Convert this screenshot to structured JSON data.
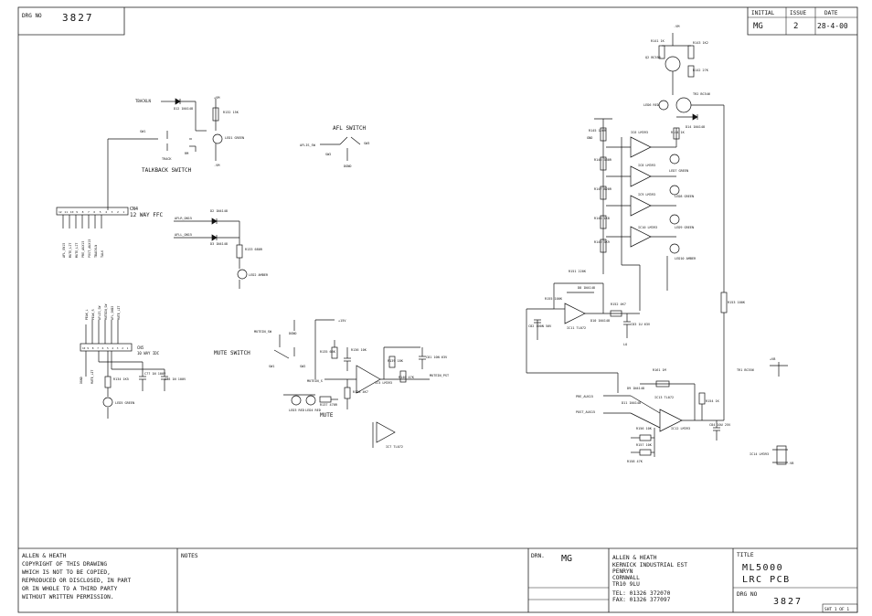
{
  "drawing": {
    "drg_no_label": "DRG NO",
    "drg_no": "3827",
    "initial_label": "INITIAL",
    "issue_label": "ISSUE",
    "date_label": "DATE",
    "initial": "MG",
    "issue": "2",
    "date": "28-4-00",
    "copyright": [
      "ALLEN & HEATH",
      "COPYRIGHT OF THIS DRAWING",
      "WHICH IS NOT TO BE COPIED,",
      "REPRODUCED OR DISCLOSED, IN PART",
      "OR IN WHOLE TO A THIRD PARTY",
      "WITHOUT WRITTEN PERMISSION."
    ],
    "notes_label": "NOTES",
    "drn_label": "DRN.",
    "drn": "MG",
    "company": [
      "ALLEN & HEATH",
      "KERNICK INDUSTRIAL EST",
      "PENRYN",
      "CORNWALL",
      "TR10 9LU"
    ],
    "tel": "TEL:   01326 372070",
    "fax": "FAX:   01326 377097",
    "title_label": "TITLE",
    "title_lines": [
      "ML5000",
      "LRC PCB"
    ],
    "bottom_drg_label": "DRG NO",
    "bottom_drg_no": "3827",
    "sheet": "SHT 1 OF 1"
  },
  "labels": {
    "talkback_switch": "TALKBACK SWITCH",
    "afl_switch": "AFL SWITCH",
    "mute_switch": "MUTE SWITCH",
    "mute": "MUTE",
    "way_ffc": "12 WAY FFC",
    "cn4": "CN4",
    "cn5": "CN5",
    "cn5_desc": "10 WAY IDC",
    "tbackln": "TBACKLN",
    "tb_sw1": "SW1",
    "tb_rm": "RM",
    "tb_track": "TRACK",
    "afls_sw": "AFLIS_SW",
    "afl_sw2": "SW2",
    "afl_sw3": "SW3",
    "afl_gnd": "GND",
    "afl_dgnd": "DGND",
    "mutein_sw": "MUTEIN_SW",
    "mute_sw1": "SW1",
    "mute_sw2": "SW2",
    "mute_dgnd": "DGND",
    "mutein_net": "MUTEIN_S",
    "mutein_pst": "MUTEIN_PST",
    "afl_on2": "AFLR_ON15",
    "afl_on1": "AFLL_ON15",
    "pre_aux": "PRE_AUX15",
    "post_aux": "POST_AUX15",
    "vm_top": "-VM",
    "plus15v": "+15V",
    "plus_vm": "+VM",
    "minus_vm": "-VM",
    "vb": "+VB",
    "ve": "-VB",
    "gnd": "GND",
    "lo": "LO"
  },
  "components": {
    "d2": "D2 1N4148",
    "d3": "D3 1N4148",
    "d12": "D12 1N4148",
    "r132": "R132 15K",
    "r133": "R133 680R",
    "led1": "LED1 GREEN",
    "led2": "LED2 AMBER",
    "led3": "LED3 RED",
    "led4": "LED4 RED",
    "r134": "R134 1K5",
    "c77": "C77 1N 100V",
    "c78": "C78 1N 100V",
    "led5": "LED5 GREEN",
    "r135": "R135 68K",
    "r136": "R136 10K",
    "r137": "R137 470R",
    "r138": "R138 4K7",
    "r139": "R139 18K",
    "r140": "R140 47K",
    "c81": "C81 10N 63V",
    "ic5": "IC5 LM393",
    "ic7": "IC7 TL072",
    "q2": "Q2 BC556",
    "tr1": "TR1 BC556",
    "tr2": "TR2 BC546",
    "r141": "R141 1K",
    "r142": "R142 27K",
    "r143": "R143 1K2",
    "led6": "LED6 RED",
    "d14": "D14 1N4148",
    "r144": "R144 1K",
    "r145": "R145 120R",
    "r146": "R146 330R",
    "r147": "R147 820R",
    "r148": "R148 1K8",
    "r149": "R149 3K9",
    "ic6": "IC6 LM393",
    "ic8": "IC8 LM393",
    "ic9": "IC9 LM393",
    "ic10": "IC10 LM393",
    "ic11": "IC11 TL072",
    "led7": "LED7 GREEN",
    "led8": "LED8 GREEN",
    "led9": "LED9 GREEN",
    "led10": "LED10 AMBER",
    "r151": "R151 220K",
    "r152": "R152 4K7",
    "r153": "R153 100K",
    "r154": "R154 1K",
    "d8": "D8 1N4148",
    "d10": "D10 1N4148",
    "c82": "C82 100N 50V",
    "c83": "C83 1U 63V",
    "r155": "R155 100K",
    "r156": "R156 10K",
    "r157": "R157 10K",
    "r158": "R158 47K",
    "r161": "R161 1M",
    "d9": "D9 1N4148",
    "d11": "D11 1N4148",
    "ic12": "IC12 LM393",
    "ic13": "IC13 TL072",
    "c84": "C84 10U 25V",
    "ic14": "IC14 LM393"
  },
  "pins": {
    "cn4": [
      "12",
      "11",
      "10",
      "9",
      "8",
      "7",
      "6",
      "5",
      "4",
      "3",
      "2",
      "1"
    ],
    "cn4_nets": [
      "AFL_ON15",
      "MUTE_LIT",
      "MUTE_LIT",
      "PRE_AUX15",
      "POST_AUX15",
      "TBACKLN",
      "TALK"
    ],
    "cn5": [
      "10",
      "9",
      "8",
      "7",
      "6",
      "5",
      "4",
      "3",
      "2",
      "1"
    ],
    "cn5_nets": [
      "PEAK_L",
      "PEAK_R",
      "AFLIS_SW",
      "MUTEIN_SW",
      "AFL_ON15",
      "MUTE_LIT"
    ],
    "cn5_bottom": [
      "DGND",
      "MUTE_LIT"
    ]
  }
}
